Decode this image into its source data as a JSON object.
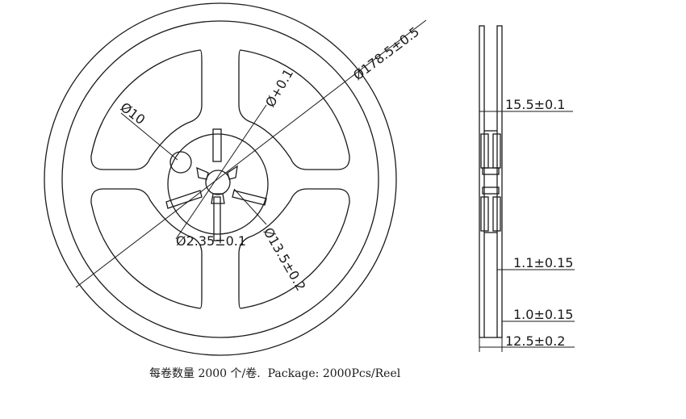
{
  "front_view": {
    "dia_outer": "Ø178.5±0.5",
    "dia_hole": "Ø10",
    "dia_spindle": "Ø+0.1",
    "dia_key": "Ø2.35±0.1",
    "dia_hub": "Ø13.5±0.2"
  },
  "side_view": {
    "dim_width": "15.5±0.1",
    "dim_hub_gap": "1.1±0.15",
    "dim_flange": "1.0±0.15",
    "dim_total": "12.5±0.2"
  },
  "caption": {
    "cn": "每卷数量 2000 个/卷.",
    "en": "Package: 2000Pcs/Reel"
  }
}
